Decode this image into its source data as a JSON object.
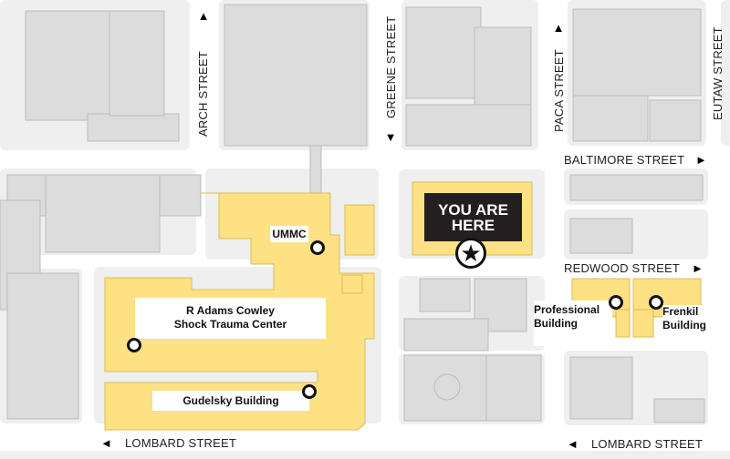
{
  "streets": {
    "arch": "ARCH STREET",
    "greene": "GREENE STREET",
    "paca": "PACA STREET",
    "eutaw": "EUTAW STREET",
    "baltimore": "BALTIMORE STREET",
    "redwood": "REDWOOD STREET",
    "lombard_left": "LOMBARD STREET",
    "lombard_right": "LOMBARD STREET"
  },
  "you_are_here": {
    "line1": "YOU ARE",
    "line2": "HERE",
    "icon": "star-icon"
  },
  "buildings": {
    "ummc": "UMMC",
    "shock_trauma_line1": "R Adams Cowley",
    "shock_trauma_line2": "Shock Trauma Center",
    "gudelsky": "Gudelsky Building",
    "professional_line1": "Professional",
    "professional_line2": "Building",
    "frenkil_line1": "Frenkil",
    "frenkil_line2": "Building"
  },
  "colors": {
    "highlight": "#fde183",
    "building": "#dcdcdd",
    "block": "#efeff0",
    "label_dark": "#231f20"
  }
}
